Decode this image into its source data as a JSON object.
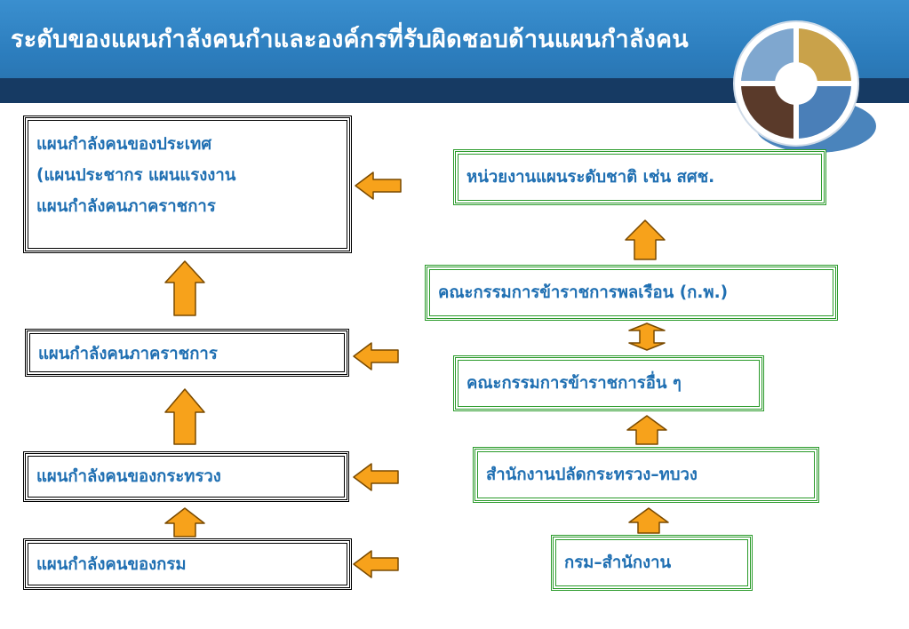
{
  "header": {
    "title": "ระดับของแผนกำลังคนกำและองค์กรที่รับผิดชอบด้านแผนกำลังคน"
  },
  "left_boxes": {
    "country": {
      "line1": "แผนกำลังคนของประเทศ",
      "line2": "(แผนประชากร แผนแรงงาน",
      "line3": "แผนกำลังคนภาคราชการ"
    },
    "government": "แผนกำลังคนภาคราชการ",
    "ministry": "แผนกำลังคนของกระทรวง",
    "department": "แผนกำลังคนของกรม"
  },
  "right_boxes": {
    "national_agency": "หน่วยงานแผนระดับชาติ  เช่น  สศช.",
    "ocsc": "คณะกรรมการข้าราชการพลเรือน (ก.พ.)",
    "other_commissions": "คณะกรรมการข้าราชการอื่น ๆ",
    "permanent_secretary": "สำนักงานปลัดกระทรวง–ทบวง",
    "department_office": "กรม–สำนักงาน"
  },
  "colors": {
    "header_blue": "#2c7dbd",
    "header_dark": "#163a63",
    "text_blue": "#1f6fb2",
    "arrow_fill": "#f7a21b",
    "arrow_stroke": "#7a4a00",
    "green_border": "#2a9a2a"
  }
}
